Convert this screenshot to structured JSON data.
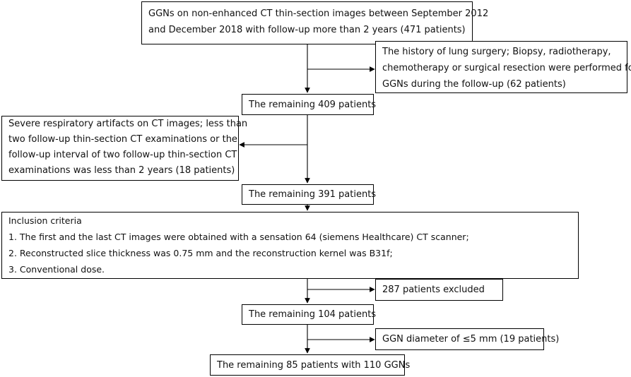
{
  "boxes": {
    "initial": {
      "lines": [
        "GGNs on non-enhanced CT thin-section images between September 2012",
        "and December 2018 with follow-up more than 2 years (471 patients)"
      ]
    },
    "exclusion_1": {
      "lines": [
        "The history of lung surgery; Biopsy, radiotherapy,",
        "chemotherapy or surgical resection were performed for",
        "GGNs during the follow-up (62 patients)"
      ]
    },
    "remaining_409": {
      "text": "The remaining 409 patients"
    },
    "exclusion_2": {
      "lines": [
        "Severe respiratory artifacts on CT images; less than",
        "two follow-up thin-section CT examinations or the",
        "follow-up interval of two follow-up thin-section CT",
        "examinations was less than 2 years (18 patients)"
      ]
    },
    "remaining_391": {
      "text": "The remaining 391 patients"
    },
    "inclusion": {
      "lines": [
        "Inclusion criteria",
        "1. The first and the last CT images were obtained with a sensation 64 (siemens Healthcare) CT scanner;",
        "2. Reconstructed slice thickness was 0.75 mm and the reconstruction kernel was B31f;",
        "3. Conventional dose."
      ]
    },
    "exclusion_3": {
      "text": "287 patients excluded"
    },
    "remaining_104": {
      "text": "The remaining 104 patients"
    },
    "exclusion_4": {
      "text": "GGN diameter of ≤5 mm (19 patients)"
    },
    "final": {
      "text": "The remaining 85 patients with 110 GGNs"
    }
  }
}
